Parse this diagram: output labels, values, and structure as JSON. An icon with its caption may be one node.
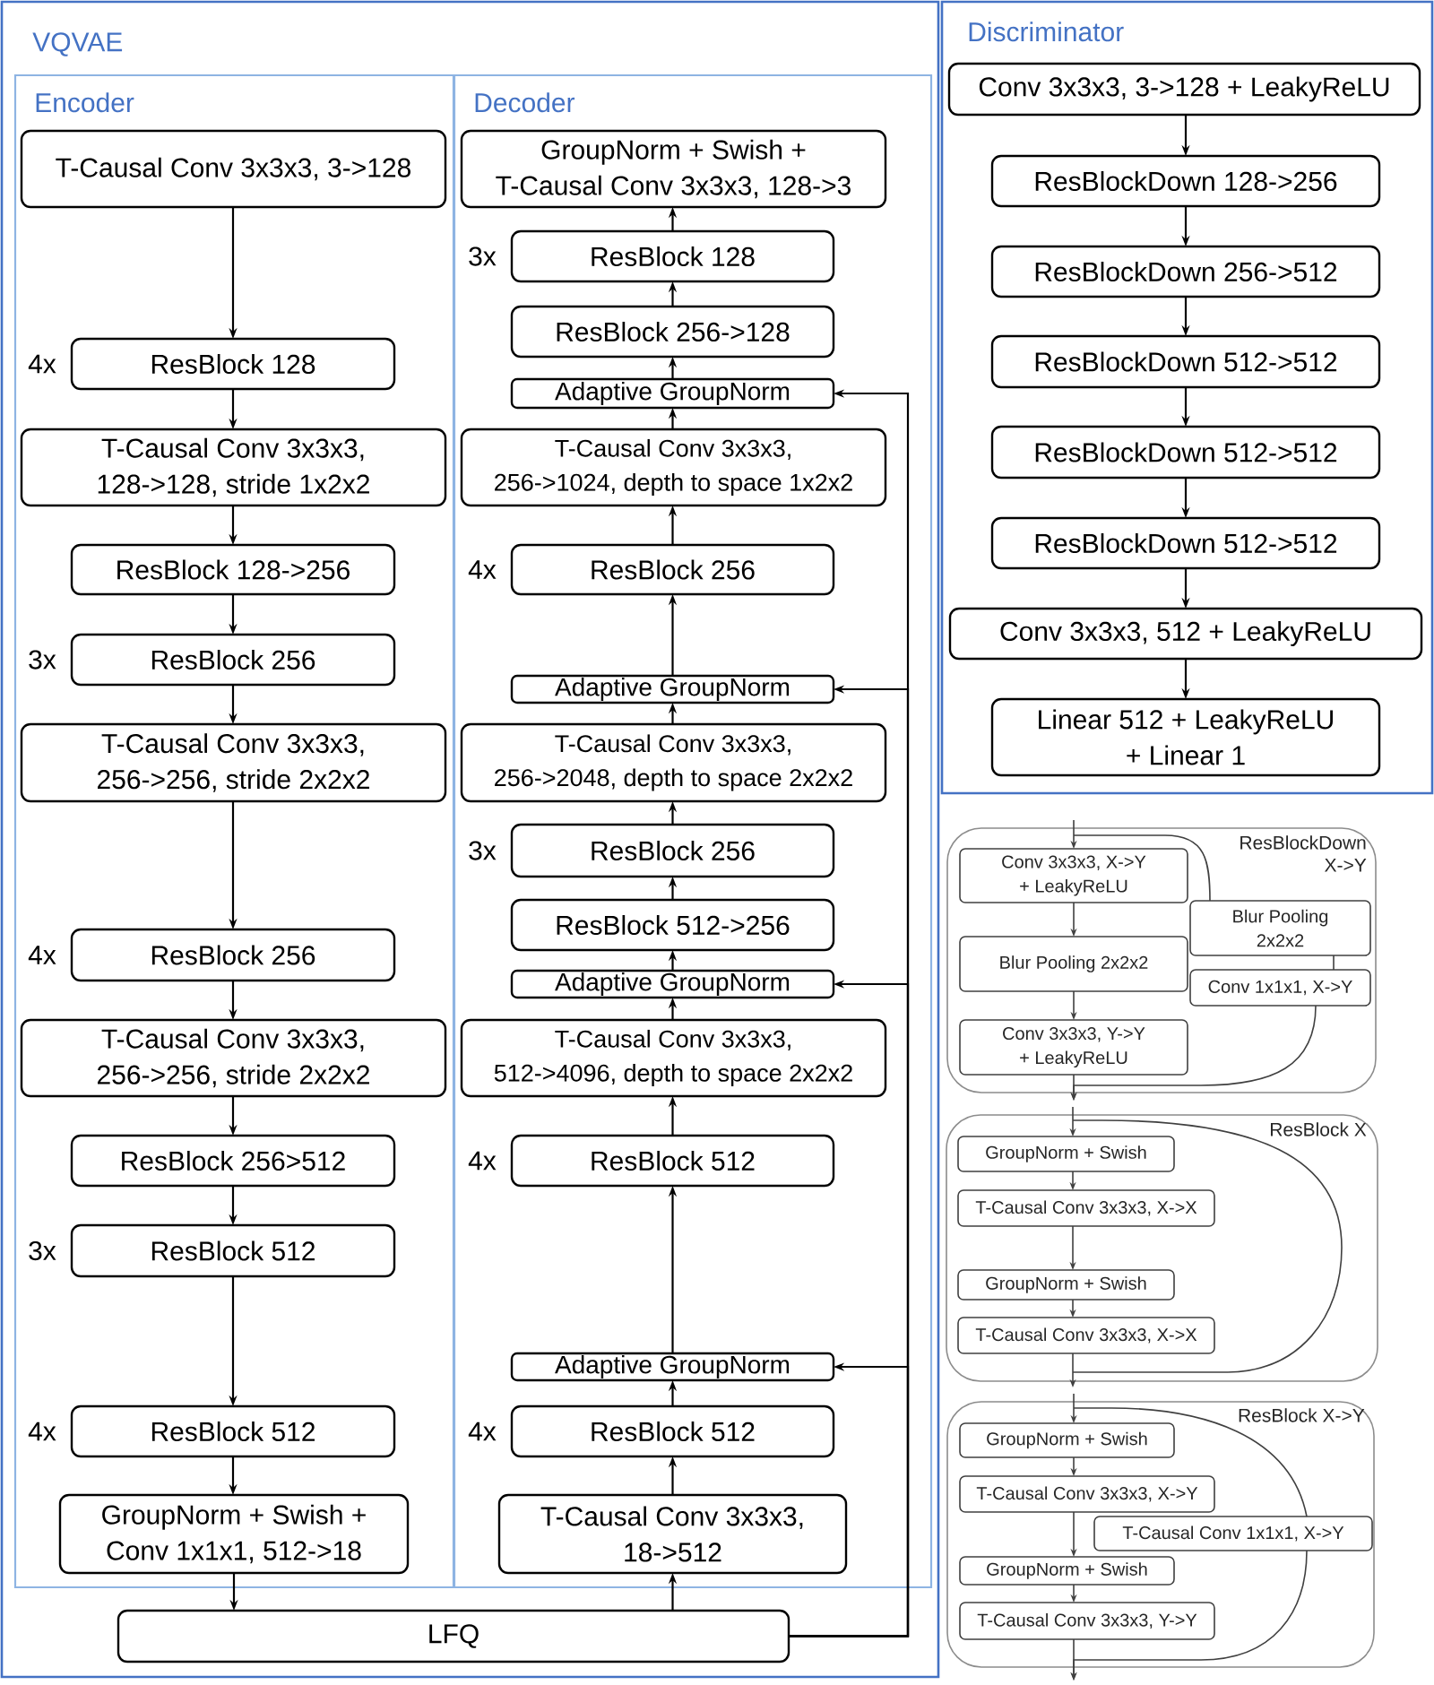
{
  "diagram": {
    "nodes": [
      {
        "text": [
          "VQVAE"
        ]
      },
      {
        "text": [
          "Encoder"
        ],
        "in": 0
      },
      {
        "text": [
          "Decoder"
        ],
        "in": 0
      },
      {
        "text": [
          "T-Causal Conv 3x3x3, 3->128"
        ],
        "in": 1
      },
      {
        "text": [
          "ResBlock 128"
        ],
        "beside": [
          "4x"
        ],
        "in": 1
      },
      {
        "text": [
          "T-Causal Conv 3x3x3, 128->128, stride 1x2x2"
        ],
        "in": 1
      },
      {
        "text": [
          "ResBlock 128->256"
        ],
        "in": 1
      },
      {
        "text": [
          "ResBlock 256"
        ],
        "beside": [
          "3x"
        ],
        "in": 1
      },
      {
        "text": [
          "T-Causal Conv 3x3x3, 256->256, stride 2x2x2"
        ],
        "in": 1
      },
      {
        "text": [
          "ResBlock 256"
        ],
        "beside": [
          "4x"
        ],
        "in": 1
      },
      {
        "text": [
          "T-Causal Conv 3x3x3, 256->256, stride 2x2x2"
        ],
        "in": 1
      },
      {
        "text": [
          "ResBlock 256>512"
        ],
        "in": 1
      },
      {
        "text": [
          "ResBlock 512"
        ],
        "beside": [
          "3x"
        ],
        "in": 1
      },
      {
        "text": [
          "ResBlock 512"
        ],
        "beside": [
          "4x"
        ],
        "in": 1
      },
      {
        "text": [
          "GroupNorm + Swish + Conv 1x1x1, 512->18"
        ],
        "in": 1
      },
      {
        "text": [
          "LFQ"
        ],
        "in": 0
      },
      {
        "text": [
          "GroupNorm + Swish + T-Causal Conv 3x3x3, 128->3"
        ],
        "in": 2
      },
      {
        "text": [
          "ResBlock 128"
        ],
        "beside": [
          "3x"
        ],
        "in": 2
      },
      {
        "text": [
          "ResBlock 256->128"
        ],
        "in": 2
      },
      {
        "text": [
          "Adaptive GroupNorm"
        ],
        "in": 2
      },
      {
        "text": [
          "T-Causal Conv 3x3x3, 256->1024, depth to space 1x2x2"
        ],
        "in": 2
      },
      {
        "text": [
          "ResBlock 256"
        ],
        "beside": [
          "4x"
        ],
        "in": 2
      },
      {
        "text": [
          "Adaptive GroupNorm"
        ],
        "in": 2
      },
      {
        "text": [
          "T-Causal Conv 3x3x3, 256->2048, depth to space 2x2x2"
        ],
        "in": 2
      },
      {
        "text": [
          "ResBlock 256"
        ],
        "beside": [
          "3x"
        ],
        "in": 2
      },
      {
        "text": [
          "ResBlock 512->256"
        ],
        "in": 2
      },
      {
        "text": [
          "Adaptive GroupNorm"
        ],
        "in": 2
      },
      {
        "text": [
          "T-Causal Conv 3x3x3, 512->4096, depth to space 2x2x2"
        ],
        "in": 2
      },
      {
        "text": [
          "ResBlock 512"
        ],
        "beside": [
          "4x"
        ],
        "in": 2
      },
      {
        "text": [
          "Adaptive GroupNorm"
        ],
        "in": 2
      },
      {
        "text": [
          "ResBlock 512"
        ],
        "beside": [
          "4x"
        ],
        "in": 2
      },
      {
        "text": [
          "T-Causal Conv 3x3x3, 18->512"
        ],
        "in": 2
      },
      {
        "text": [
          "Discriminator"
        ]
      },
      {
        "text": [
          "Conv 3x3x3, 3->128 + LeakyReLU"
        ],
        "in": 32
      },
      {
        "text": [
          "ResBlockDown 128->256"
        ],
        "in": 32
      },
      {
        "text": [
          "ResBlockDown 256->512"
        ],
        "in": 32
      },
      {
        "text": [
          "ResBlockDown 512->512"
        ],
        "in": 32
      },
      {
        "text": [
          "ResBlockDown 512->512"
        ],
        "in": 32
      },
      {
        "text": [
          "ResBlockDown 512->512"
        ],
        "in": 32
      },
      {
        "text": [
          "Conv 3x3x3, 512 + LeakyReLU"
        ],
        "in": 32
      },
      {
        "text": [
          "Linear 512 + LeakyReLU + Linear 1"
        ],
        "in": 32
      },
      {
        "text": [
          "ResBlockDown X->Y"
        ]
      },
      {
        "text": [
          "Conv 3x3x3, X->Y + LeakyReLU"
        ],
        "in": 41
      },
      {
        "text": [
          "Blur Pooling 2x2x2"
        ],
        "in": 41
      },
      {
        "text": [
          "Blur Pooling 2x2x2"
        ],
        "in": 41
      },
      {
        "text": [
          "Conv 1x1x1, X->Y"
        ],
        "in": 41
      },
      {
        "text": [
          "Conv 3x3x3, Y->Y + LeakyReLU"
        ],
        "in": 41
      },
      {
        "text": [
          "ResBlock X"
        ]
      },
      {
        "text": [
          "GroupNorm + Swish"
        ],
        "in": 47
      },
      {
        "text": [
          "T-Causal Conv 3x3x3, X->X"
        ],
        "in": 47
      },
      {
        "text": [
          "GroupNorm + Swish"
        ],
        "in": 47
      },
      {
        "text": [
          "T-Causal Conv 3x3x3, X->X"
        ],
        "in": 47
      },
      {
        "text": [
          "ResBlock X->Y"
        ]
      },
      {
        "text": [
          "GroupNorm + Swish"
        ],
        "in": 52
      },
      {
        "text": [
          "T-Causal Conv 3x3x3, X->Y"
        ],
        "in": 52
      },
      {
        "text": [
          "T-Causal Conv 1x1x1, X->Y"
        ],
        "in": 52
      },
      {
        "text": [
          "GroupNorm + Swish"
        ],
        "in": 52
      },
      {
        "text": [
          "T-Causal Conv 3x3x3, Y->Y"
        ],
        "in": 52
      }
    ],
    "edges": [
      {
        "from": 3,
        "to": 4,
        "arrow": "to"
      },
      {
        "from": 4,
        "to": 5,
        "arrow": "to"
      },
      {
        "from": 5,
        "to": 6,
        "arrow": "to"
      },
      {
        "from": 6,
        "to": 7,
        "arrow": "to"
      },
      {
        "from": 7,
        "to": 8,
        "arrow": "to"
      },
      {
        "from": 8,
        "to": 9,
        "arrow": "to"
      },
      {
        "from": 9,
        "to": 10,
        "arrow": "to"
      },
      {
        "from": 10,
        "to": 11,
        "arrow": "to"
      },
      {
        "from": 11,
        "to": 12,
        "arrow": "to"
      },
      {
        "from": 12,
        "to": 13,
        "arrow": "to"
      },
      {
        "from": 13,
        "to": 14,
        "arrow": "to"
      },
      {
        "from": 14,
        "to": 15,
        "arrow": "to"
      },
      {
        "from": 15,
        "to": 31,
        "arrow": "to"
      },
      {
        "from": 31,
        "to": 30,
        "arrow": "to"
      },
      {
        "from": 30,
        "to": 29,
        "arrow": "to"
      },
      {
        "from": 29,
        "to": 28,
        "arrow": "to"
      },
      {
        "from": 28,
        "to": 27,
        "arrow": "to"
      },
      {
        "from": 27,
        "to": 26,
        "arrow": "to"
      },
      {
        "from": 26,
        "to": 25,
        "arrow": "to"
      },
      {
        "from": 25,
        "to": 24,
        "arrow": "to"
      },
      {
        "from": 24,
        "to": 23,
        "arrow": "to"
      },
      {
        "from": 23,
        "to": 22,
        "arrow": "to"
      },
      {
        "from": 22,
        "to": 21,
        "arrow": "to"
      },
      {
        "from": 21,
        "to": 20,
        "arrow": "to"
      },
      {
        "from": 20,
        "to": 19,
        "arrow": "to"
      },
      {
        "from": 19,
        "to": 18,
        "arrow": "to"
      },
      {
        "from": 18,
        "to": 17,
        "arrow": "to"
      },
      {
        "from": 17,
        "to": 16,
        "arrow": "to"
      },
      {
        "from": 15,
        "to": 19,
        "arrow": "to"
      },
      {
        "from": 15,
        "to": 22,
        "arrow": "to"
      },
      {
        "from": 15,
        "to": 26,
        "arrow": "to"
      },
      {
        "from": 15,
        "to": 29,
        "arrow": "to"
      },
      {
        "from": 33,
        "to": 34,
        "arrow": "to"
      },
      {
        "from": 34,
        "to": 35,
        "arrow": "to"
      },
      {
        "from": 35,
        "to": 36,
        "arrow": "to"
      },
      {
        "from": 36,
        "to": 37,
        "arrow": "to"
      },
      {
        "from": 37,
        "to": 38,
        "arrow": "to"
      },
      {
        "from": 38,
        "to": 39,
        "arrow": "to"
      },
      {
        "from": 39,
        "to": 40,
        "arrow": "to"
      },
      {
        "from": null,
        "to": 42,
        "arrow": "to"
      },
      {
        "from": null,
        "to": 43,
        "arrow": "none"
      },
      {
        "from": 42,
        "to": 44,
        "arrow": "to"
      },
      {
        "from": 43,
        "to": 45,
        "arrow": "none"
      },
      {
        "from": 44,
        "to": 46,
        "arrow": "to"
      },
      {
        "from": 45,
        "to": null,
        "arrow": "to"
      },
      {
        "from": 46,
        "to": null,
        "arrow": "to"
      },
      {
        "from": null,
        "to": 48,
        "arrow": "to"
      },
      {
        "from": 48,
        "to": 49,
        "arrow": "to"
      },
      {
        "from": 49,
        "to": 50,
        "arrow": "to"
      },
      {
        "from": 50,
        "to": 51,
        "arrow": "to"
      },
      {
        "from": 51,
        "to": null,
        "arrow": "to"
      },
      {
        "from": null,
        "to": 53,
        "arrow": "to"
      },
      {
        "from": null,
        "to": 55,
        "arrow": "none"
      },
      {
        "from": 53,
        "to": 54,
        "arrow": "to"
      },
      {
        "from": 54,
        "to": 56,
        "arrow": "to"
      },
      {
        "from": 55,
        "to": null,
        "arrow": "to"
      },
      {
        "from": 56,
        "to": 57,
        "arrow": "to"
      },
      {
        "from": 57,
        "to": null,
        "arrow": "to"
      }
    ]
  }
}
